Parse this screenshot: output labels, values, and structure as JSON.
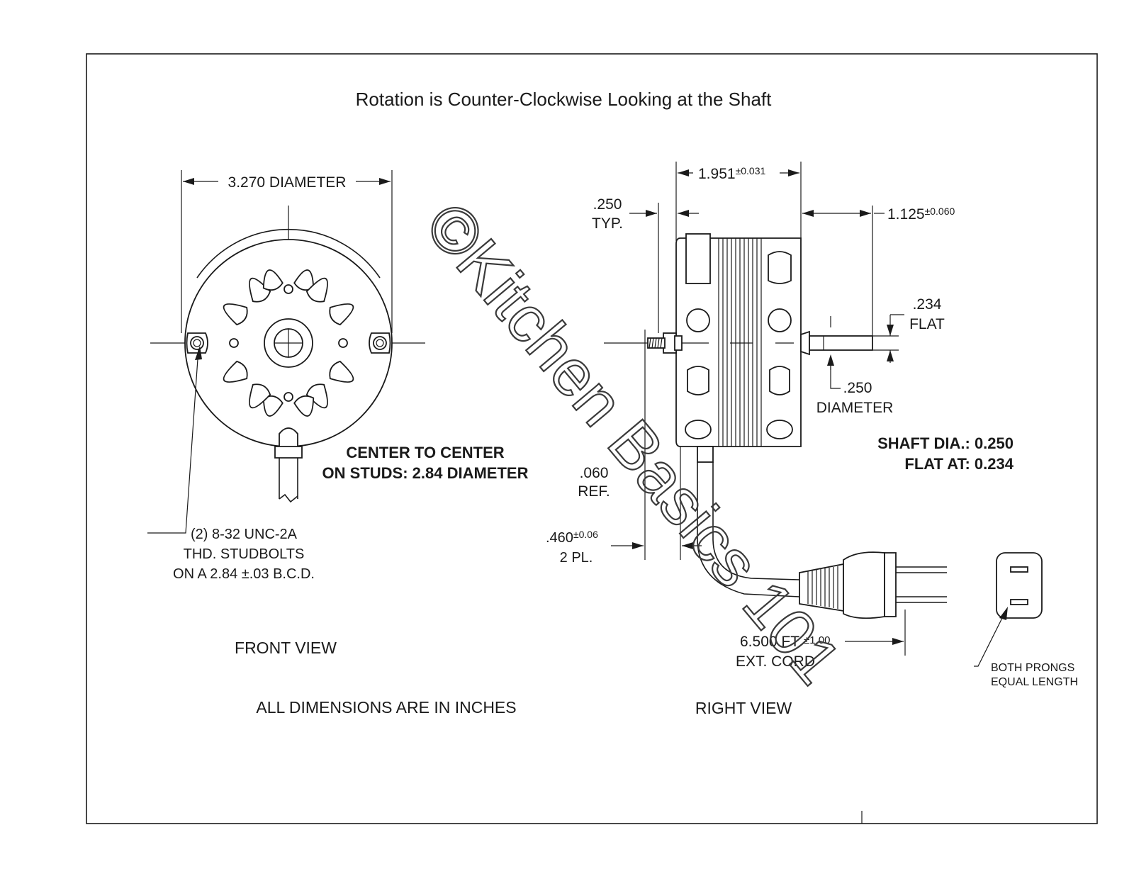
{
  "title": "Rotation is Counter-Clockwise Looking at the Shaft",
  "front": {
    "diameter_label": "3.270 DIAMETER",
    "center_line1": "CENTER TO CENTER",
    "center_line2": "ON STUDS: 2.84  DIAMETER",
    "stud_line1": "(2) 8-32 UNC-2A",
    "stud_line2": "THD. STUDBOLTS",
    "stud_line3": "ON A 2.84 ±.03 B.C.D.",
    "view_label": "FRONT VIEW",
    "units_note": "ALL DIMENSIONS ARE IN INCHES"
  },
  "right": {
    "width_value": "1.951",
    "width_tol": "±0.031",
    "typ_value": ".250",
    "typ_label": "TYP.",
    "shaft_len_value": "1.125",
    "shaft_len_tol": "±0.060",
    "flat_value": ".234",
    "flat_label": "FLAT",
    "shaft_dia_value": ".250",
    "shaft_dia_label": "DIAMETER",
    "shaft_spec1": "SHAFT DIA.: 0.250",
    "shaft_spec2": "FLAT AT: 0.234",
    "ref_value": ".060",
    "ref_label": "REF.",
    "stud_len_value": ".460",
    "stud_len_tol": "±0.06",
    "stud_len_label": "2 PL.",
    "cord_value": "6.500 FT",
    "cord_tol": "±1.00",
    "cord_label": "EXT. CORD",
    "prong_line1": "BOTH PRONGS",
    "prong_line2": "EQUAL LENGTH",
    "view_label": "RIGHT VIEW"
  },
  "watermark": "©Kitchen Basics 101"
}
